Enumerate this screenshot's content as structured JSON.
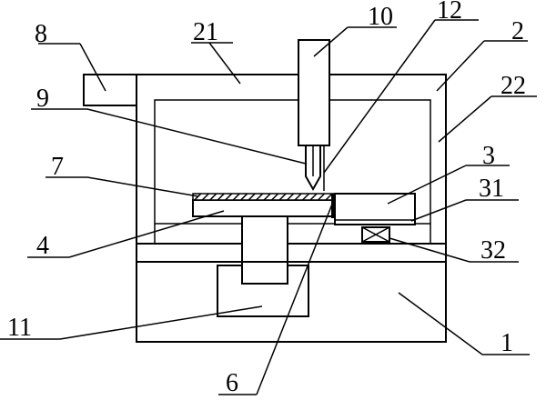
{
  "diagram": {
    "labels": {
      "l1": "1",
      "l2": "2",
      "l3": "3",
      "l4": "4",
      "l6": "6",
      "l7": "7",
      "l8": "8",
      "l9": "9",
      "l10": "10",
      "l11": "11",
      "l12": "12",
      "l21": "21",
      "l22": "22",
      "l31": "31",
      "l32": "32"
    }
  }
}
